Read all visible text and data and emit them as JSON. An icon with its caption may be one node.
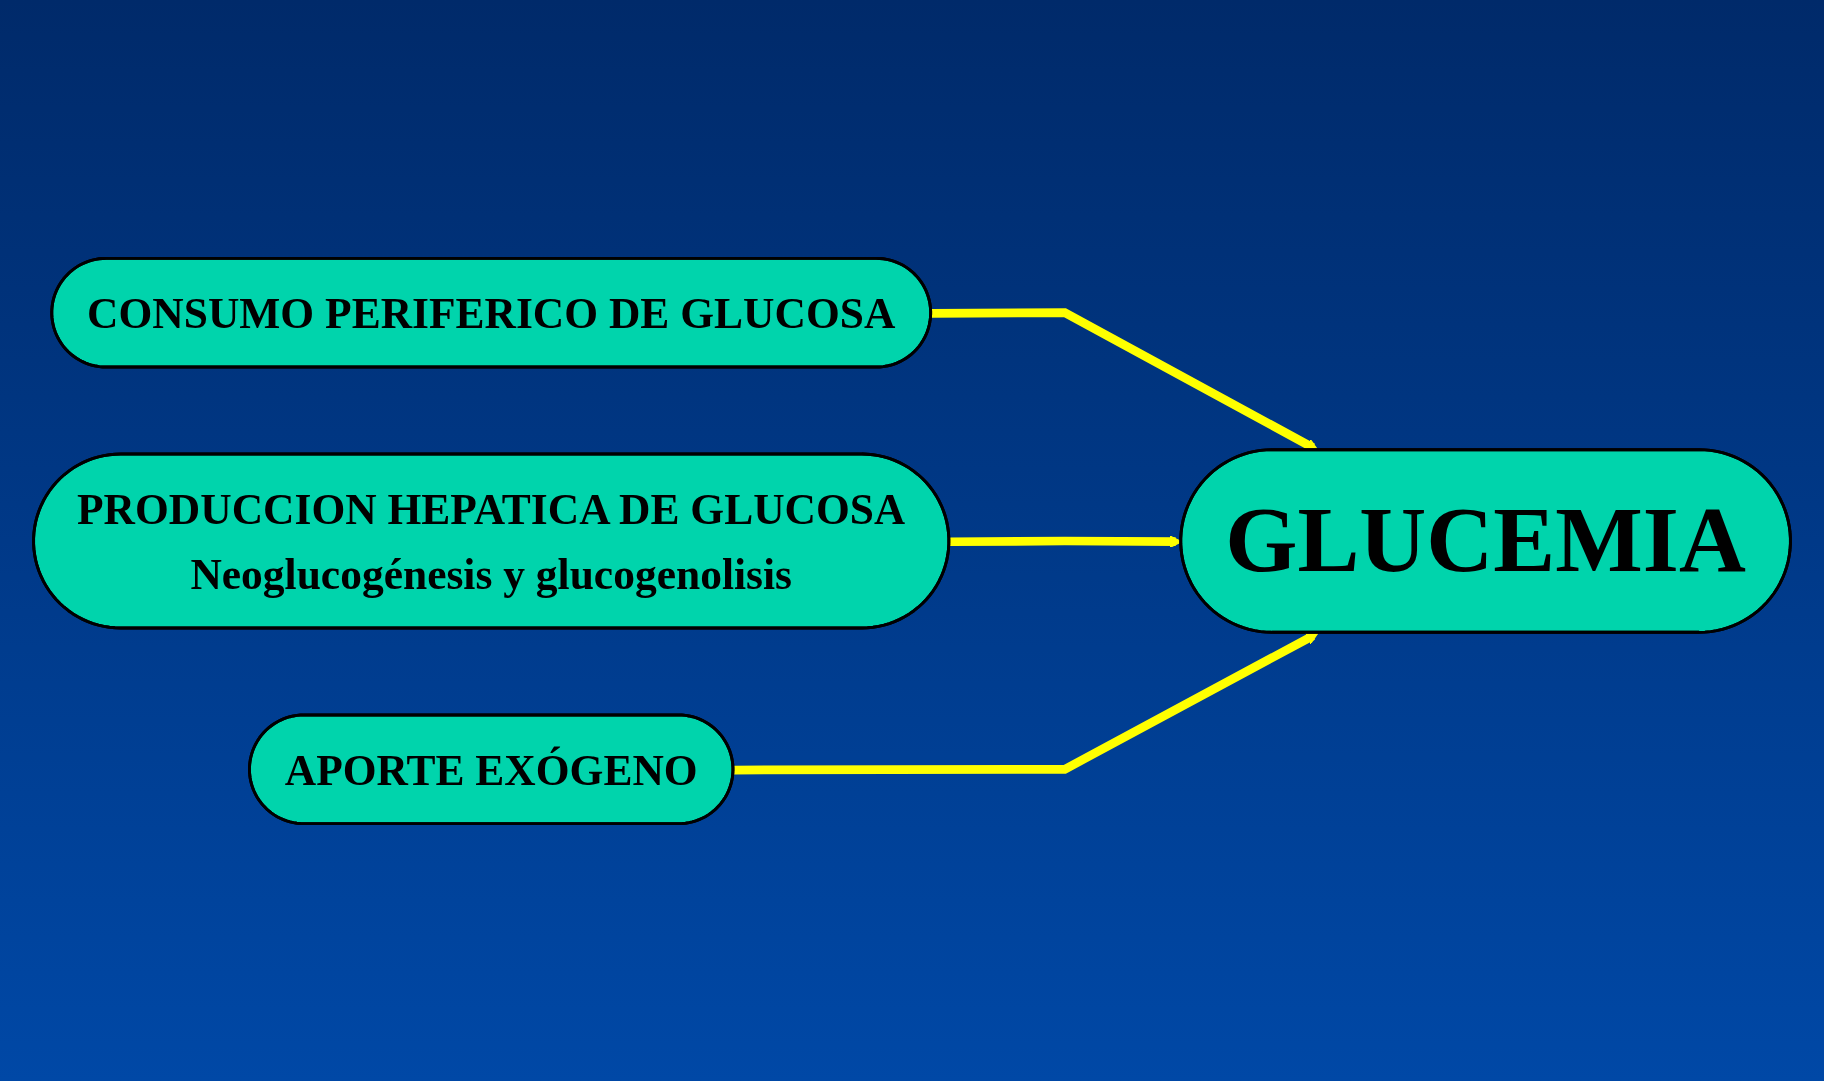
{
  "diagram": {
    "nodes": [
      {
        "text": [
          "CONSUMO PERIFERICO DE GLUCOSA"
        ]
      },
      {
        "text": [
          "GLUCEMIA"
        ]
      },
      {
        "text": [
          "PRODUCCION HEPATICA DE GLUCOSA",
          "Neoglucogénesis y glucogenolisis"
        ]
      },
      {
        "text": [
          "APORTE EXÓGENO"
        ]
      }
    ],
    "edges": [
      {
        "from": 0,
        "to": 1,
        "arrow": "to"
      },
      {
        "from": 2,
        "to": 1,
        "arrow": "to"
      },
      {
        "from": 3,
        "to": 1,
        "arrow": "to"
      }
    ]
  }
}
